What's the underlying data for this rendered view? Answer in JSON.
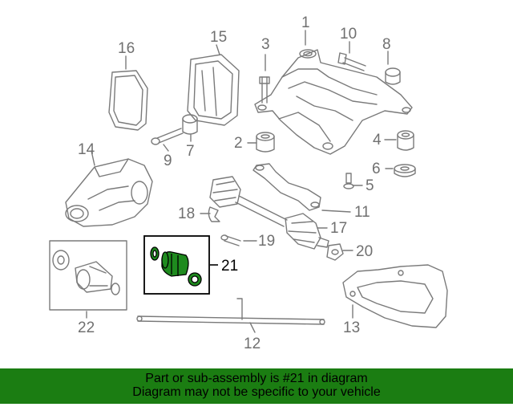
{
  "diagram": {
    "callouts": [
      "1",
      "2",
      "3",
      "4",
      "5",
      "6",
      "7",
      "8",
      "9",
      "10",
      "11",
      "12",
      "13",
      "14",
      "15",
      "16",
      "17",
      "18",
      "19",
      "20",
      "21",
      "22"
    ],
    "highlighted_part": "21",
    "colors": {
      "line": "#7a7a7a",
      "highlight": "#1e8a1e",
      "highlight_box": "#000000",
      "banner": "#1b7d12"
    }
  },
  "banner": {
    "line1": "Part or sub-assembly is #21 in diagram",
    "line2": "Diagram may not be specific to your vehicle"
  }
}
